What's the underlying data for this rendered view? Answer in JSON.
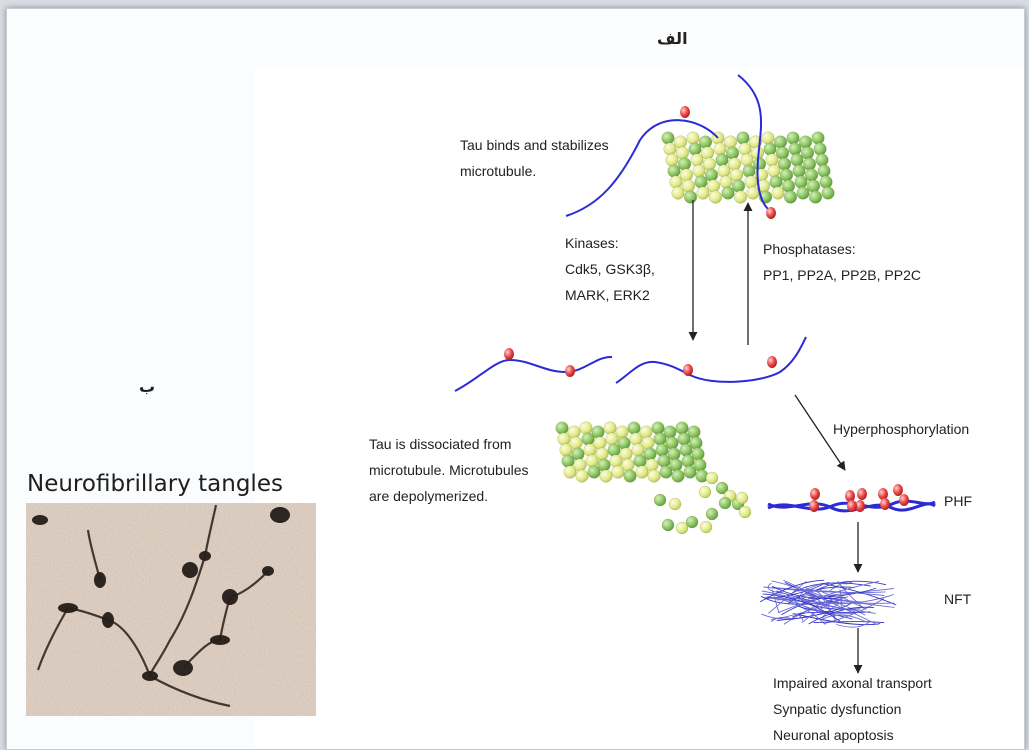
{
  "labels": {
    "panel_a": "الف",
    "panel_b": "ب"
  },
  "photo": {
    "title": "Neurofibrillary tangles"
  },
  "diagram": {
    "stabilize_text": [
      "Tau binds and stabilizes",
      "microtubule."
    ],
    "kinases": [
      "Kinases:",
      "Cdk5, GSK3β,",
      "MARK, ERK2"
    ],
    "phosphatases": [
      "Phosphatases:",
      "PP1, PP2A, PP2B, PP2C"
    ],
    "dissociated": [
      "Tau is dissociated from",
      "microtubule. Microtubules",
      "are depolymerized."
    ],
    "hyper": "Hyperphosphorylation",
    "phf": "PHF",
    "nft": "NFT",
    "outcomes": [
      "Impaired axonal transport",
      "Synpatic dysfunction",
      "Neuronal apoptosis"
    ]
  },
  "colors": {
    "tau_strand": "#2b2bd6",
    "phosphate": "#e23b3b",
    "tubulin_yellow": "#e9ee9a",
    "tubulin_green": "#9ccf6d",
    "nft_fiber": "#6a6ad8"
  }
}
